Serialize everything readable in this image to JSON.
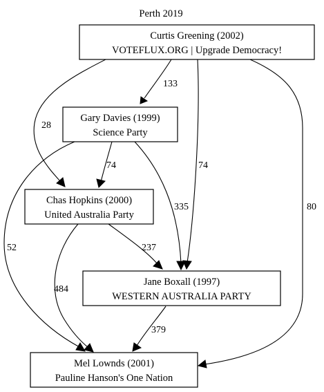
{
  "graph": {
    "title": "Perth 2019",
    "nodes": {
      "curtis": {
        "line1": "Curtis Greening (2002)",
        "line2": "VOTEFLUX.ORG | Upgrade Democracy!"
      },
      "gary": {
        "line1": "Gary Davies (1999)",
        "line2": "Science Party"
      },
      "chas": {
        "line1": "Chas Hopkins (2000)",
        "line2": "United Australia Party"
      },
      "jane": {
        "line1": "Jane Boxall (1997)",
        "line2": "WESTERN AUSTRALIA PARTY"
      },
      "mel": {
        "line1": "Mel Lownds (2001)",
        "line2": "Pauline Hanson's One Nation"
      }
    },
    "edges": [
      {
        "from": "Curtis Greening (2002)",
        "to": "Gary Davies (1999)",
        "label": "133"
      },
      {
        "from": "Curtis Greening (2002)",
        "to": "Chas Hopkins (2000)",
        "label": "28"
      },
      {
        "from": "Curtis Greening (2002)",
        "to": "Jane Boxall (1997)",
        "label": "74"
      },
      {
        "from": "Curtis Greening (2002)",
        "to": "Mel Lownds (2001)",
        "label": "80"
      },
      {
        "from": "Gary Davies (1999)",
        "to": "Chas Hopkins (2000)",
        "label": "74"
      },
      {
        "from": "Gary Davies (1999)",
        "to": "Jane Boxall (1997)",
        "label": "335"
      },
      {
        "from": "Gary Davies (1999)",
        "to": "Mel Lownds (2001)",
        "label": "52"
      },
      {
        "from": "Chas Hopkins (2000)",
        "to": "Jane Boxall (1997)",
        "label": "237"
      },
      {
        "from": "Chas Hopkins (2000)",
        "to": "Mel Lownds (2001)",
        "label": "484"
      },
      {
        "from": "Jane Boxall (1997)",
        "to": "Mel Lownds (2001)",
        "label": "379"
      }
    ]
  }
}
